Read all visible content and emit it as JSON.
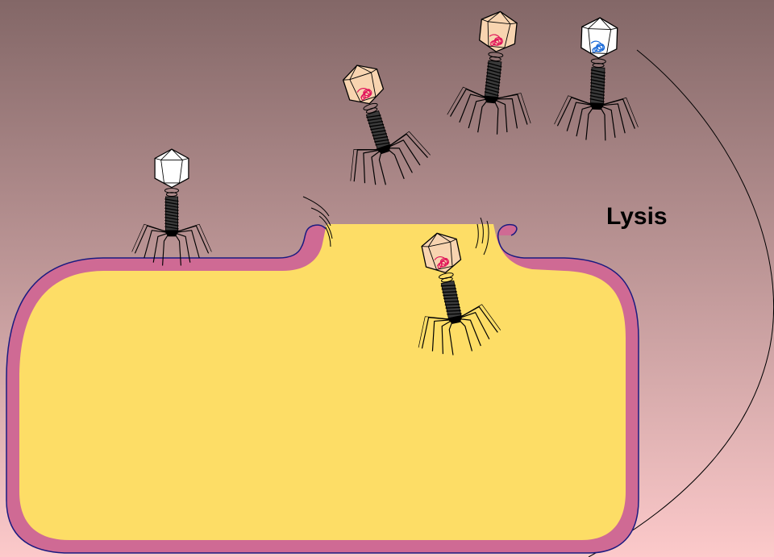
{
  "label": "Lysis",
  "colors": {
    "background_top": "#836767",
    "background_bottom": "#fcc9ca",
    "cell_wall": "#cf6a94",
    "cell_wall_outline": "#1a1a80",
    "cytoplasm": "#fddd66",
    "capsid_empty": "#ffffff",
    "capsid_filled": "#f8d4b0",
    "dna_red": "#e0145a",
    "dna_blue": "#1a6ad8"
  },
  "phages": [
    {
      "id": "phage-attached-left",
      "head": "empty",
      "dna": "none"
    },
    {
      "id": "phage-exiting-cell",
      "head": "filled",
      "dna": "red"
    },
    {
      "id": "phage-released-1",
      "head": "filled",
      "dna": "red"
    },
    {
      "id": "phage-released-2",
      "head": "filled",
      "dna": "red"
    },
    {
      "id": "phage-released-3",
      "head": "empty",
      "dna": "blue"
    }
  ]
}
